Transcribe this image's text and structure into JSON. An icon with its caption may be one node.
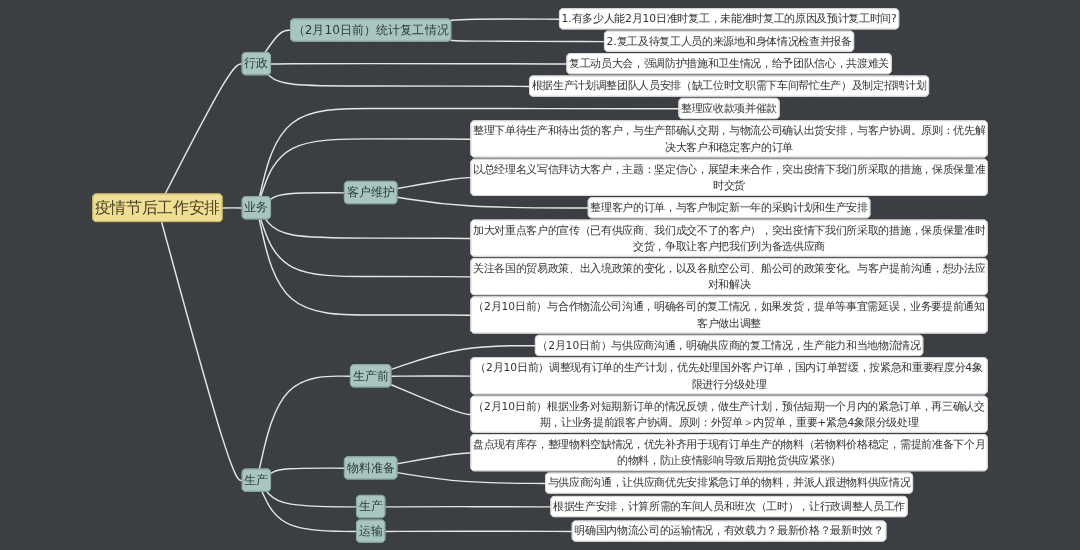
{
  "diagram": {
    "nodes": [
      {
        "text": [
          "疫情节后工作安排"
        ]
      },
      {
        "text": [
          "行政"
        ]
      },
      {
        "text": [
          "（2月10日前）统计复工情况"
        ]
      },
      {
        "text": [
          "1.有多少人能2月10日准时复工，未能准时复工的原因及预计复工时间?"
        ]
      },
      {
        "text": [
          "2.复工及待复工人员的来源地和身体情况检查并报备"
        ]
      },
      {
        "text": [
          "复工动员大会，强调防护措施和卫生情况，给予团队信心，共渡难关"
        ]
      },
      {
        "text": [
          "根据生产计划调整团队人员安排（缺工位时文职需下车间帮忙生产）及制定招聘计划"
        ]
      },
      {
        "text": [
          "业务"
        ]
      },
      {
        "text": [
          "整理应收款项并催款"
        ]
      },
      {
        "text": [
          "整理下单待生产和待出货的客户，与生产部确认交期，与物流公司确认出货安排，与客户协调。原则：优先解决大客户和稳定客户的订单"
        ]
      },
      {
        "text": [
          "客户维护"
        ]
      },
      {
        "text": [
          "以总经理名义写信拜访大客户，主题：坚定信心，展望未来合作，突出疫情下我们所采取的措施，保质保量准时交货"
        ]
      },
      {
        "text": [
          "整理客户的订单，与客户制定新一年的采购计划和生产安排"
        ]
      },
      {
        "text": [
          "加大对重点客户的宣传（已有供应商、我们成交不了的客户），突出疫情下我们所采取的措施，保质保量准时交货，争取让客户把我们列为备选供应商"
        ]
      },
      {
        "text": [
          "关注各国的贸易政策、出入境政策的变化，以及各航空公司、船公司的政策变化。与客户提前沟通，想办法应对和解决"
        ]
      },
      {
        "text": [
          "（2月10日前）与合作物流公司沟通，明确各司的复工情况，如果发货，提单等事宜需延误，业务要提前通知客户做出调整"
        ]
      },
      {
        "text": [
          "生产"
        ]
      },
      {
        "text": [
          "生产前"
        ]
      },
      {
        "text": [
          "（2月10日前）与供应商沟通，明确供应商的复工情况，生产能力和当地物流情况"
        ]
      },
      {
        "text": [
          "（2月10日前）调整现有订单的生产计划，优先处理国外客户订单，国内订单暂缓，按紧急和重要程度分4象限进行分级处理"
        ]
      },
      {
        "text": [
          "（2月10日前）根据业务对短期新订单的情况反馈，做生产计划，预估短期一个月内的紧急订单，再三确认交期，让业务提前跟客户协调。原则：外贸单＞内贸单，重要+紧急4象限分级处理"
        ]
      },
      {
        "text": [
          "物料准备"
        ]
      },
      {
        "text": [
          "盘点现有库存，整理物料空缺情况，优先补齐用于现有订单生产的物料（若物料价格稳定，需提前准备下个月的物料，防止疫情影响导致后期抢货供应紧张）"
        ]
      },
      {
        "text": [
          "与供应商沟通，让供应商优先安排紧急订单的物料，并派人跟进物料供应情况"
        ]
      },
      {
        "text": [
          "生产"
        ]
      },
      {
        "text": [
          "根据生产安排，计算所需的车间人员和班次（工时），让行政调整人员工作"
        ]
      },
      {
        "text": [
          "运输"
        ]
      },
      {
        "text": [
          "明确国内物流公司的运输情况，有效载力？最新价格？最新时效？"
        ]
      }
    ],
    "edges": [
      {
        "from": 0,
        "to": 1,
        "arrow": "none"
      },
      {
        "from": 1,
        "to": 2,
        "arrow": "none"
      },
      {
        "from": 2,
        "to": 3,
        "arrow": "none"
      },
      {
        "from": 2,
        "to": 4,
        "arrow": "none"
      },
      {
        "from": 1,
        "to": 5,
        "arrow": "none"
      },
      {
        "from": 1,
        "to": 6,
        "arrow": "none"
      },
      {
        "from": 0,
        "to": 7,
        "arrow": "none"
      },
      {
        "from": 7,
        "to": 8,
        "arrow": "none"
      },
      {
        "from": 7,
        "to": 9,
        "arrow": "none"
      },
      {
        "from": 7,
        "to": 10,
        "arrow": "none"
      },
      {
        "from": 10,
        "to": 11,
        "arrow": "none"
      },
      {
        "from": 10,
        "to": 12,
        "arrow": "none"
      },
      {
        "from": 7,
        "to": 13,
        "arrow": "none"
      },
      {
        "from": 7,
        "to": 14,
        "arrow": "none"
      },
      {
        "from": 7,
        "to": 15,
        "arrow": "none"
      },
      {
        "from": 0,
        "to": 16,
        "arrow": "none"
      },
      {
        "from": 16,
        "to": 17,
        "arrow": "none"
      },
      {
        "from": 17,
        "to": 18,
        "arrow": "none"
      },
      {
        "from": 17,
        "to": 19,
        "arrow": "none"
      },
      {
        "from": 17,
        "to": 20,
        "arrow": "none"
      },
      {
        "from": 16,
        "to": 21,
        "arrow": "none"
      },
      {
        "from": 21,
        "to": 22,
        "arrow": "none"
      },
      {
        "from": 21,
        "to": 23,
        "arrow": "none"
      },
      {
        "from": 16,
        "to": 24,
        "arrow": "none"
      },
      {
        "from": 24,
        "to": 25,
        "arrow": "none"
      },
      {
        "from": 16,
        "to": 26,
        "arrow": "none"
      },
      {
        "from": 26,
        "to": 27,
        "arrow": "none"
      }
    ]
  }
}
